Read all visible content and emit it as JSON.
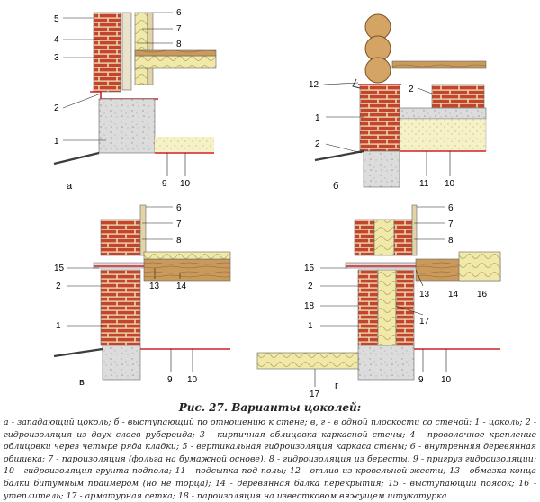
{
  "panels": [
    {
      "id": "a",
      "letter": "а",
      "callouts": [
        "1",
        "2",
        "3",
        "4",
        "5",
        "6",
        "7",
        "8",
        "9",
        "10"
      ]
    },
    {
      "id": "b",
      "letter": "б",
      "callouts": [
        "1",
        "2",
        "2",
        "10",
        "11",
        "12"
      ]
    },
    {
      "id": "v",
      "letter": "в",
      "callouts": [
        "1",
        "2",
        "6",
        "7",
        "8",
        "9",
        "10",
        "13",
        "14",
        "15"
      ]
    },
    {
      "id": "g",
      "letter": "г",
      "callouts": [
        "1",
        "2",
        "6",
        "7",
        "8",
        "9",
        "10",
        "13",
        "14",
        "15",
        "16",
        "17",
        "17",
        "18"
      ]
    }
  ],
  "caption": {
    "title": "Рис. 27. Варианты цоколей:",
    "text_1": "а - западающий цоколь; б - выступающий по отношению к стене; в, г - в одной плоскости со стеной: 1 - цоколь; 2 - гидроизоляция из двух слоев рубероида; 3 - кирпичная облицовка каркасной стены; 4 - проволочное крепление облицовки через четыре ряда кладки; 5 - вертикальная гидроизоляция каркаса стены; 6 - внутренняя деревянная обшивка; 7 - пароизоляция (фольга на бумажной основе); 8 - гидроизоляция из бересты; 9 - пригруз гидроизоляции; 10 - гидроизоляция грунта подпола; 11 - подсыпка под полы;",
    "text_2": "12 - отлив из кровельной жести; 13 - обмазка конца балки битумным праймером (но не торца); 14 - деревянная балка перекрытия; 15 - выступающий поясок; 16 - утеплитель; 17 - арматурная сетка; 18 - пароизоляция на известковом вяжущем штукатурка"
  },
  "colors": {
    "brick": "#c4452c",
    "mortar": "#e8d6b0",
    "concrete": "#dcdcdc",
    "insulation": "#f1e9a8",
    "wood": "#c99a5b",
    "ground": "#3c3c3c",
    "waterproof": "#d0202a"
  }
}
